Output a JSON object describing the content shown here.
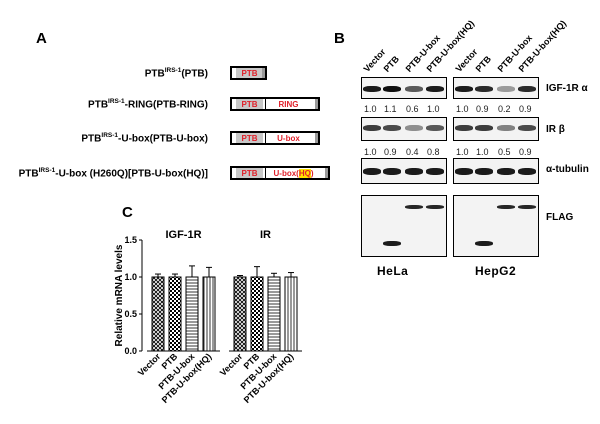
{
  "panel_a": {
    "letter": "A",
    "constructs": [
      {
        "prefix": "PTB",
        "sup": "IRS-1",
        "suffix": "(PTB)",
        "domains": [
          "PTB"
        ]
      },
      {
        "prefix": "PTB",
        "sup": "IRS-1",
        "suffix": "-RING(PTB-RING)",
        "domains": [
          "PTB",
          "RING"
        ]
      },
      {
        "prefix": "PTB",
        "sup": "IRS-1",
        "suffix": "-U-box(PTB-U-box)",
        "domains": [
          "PTB",
          "U-box"
        ]
      },
      {
        "prefix": "PTB",
        "sup": "IRS-1",
        "suffix": "-U-box (H260Q)[PTB-U-box(HQ)]",
        "domains": [
          "PTB",
          "U-box(HQ)"
        ]
      }
    ]
  },
  "panel_b": {
    "letter": "B",
    "lanes": [
      "Vector",
      "PTB",
      "PTB-U-box",
      "PTB-U-box(HQ)"
    ],
    "cell_lines": [
      "HeLa",
      "HepG2"
    ],
    "blots": [
      {
        "label": "IGF-1R α",
        "hela": [
          "1.0",
          "1.1",
          "0.6",
          "1.0"
        ],
        "hepg2": [
          "1.0",
          "0.9",
          "0.2",
          "0.9"
        ]
      },
      {
        "label": "IR β",
        "hela": [
          "1.0",
          "0.9",
          "0.4",
          "0.8"
        ],
        "hepg2": [
          "1.0",
          "1.0",
          "0.5",
          "0.9"
        ]
      },
      {
        "label": "α-tubulin",
        "hela": [],
        "hepg2": []
      },
      {
        "label": "FLAG",
        "hela": [],
        "hepg2": []
      }
    ]
  },
  "panel_c": {
    "letter": "C",
    "chart_data": {
      "type": "bar",
      "ylabel": "Relative mRNA levels",
      "ylim": [
        0,
        1.5
      ],
      "yticks": [
        "0.0",
        "0.5",
        "1.0",
        "1.5"
      ],
      "groups": [
        {
          "name": "IGF-1R",
          "categories": [
            "Vector",
            "PTB",
            "PTB-U-box",
            "PTB-U-box(HQ)"
          ],
          "values": [
            1.0,
            1.0,
            1.0,
            1.0
          ],
          "errors": [
            0.04,
            0.04,
            0.15,
            0.13
          ]
        },
        {
          "name": "IR",
          "categories": [
            "Vector",
            "PTB",
            "PTB-U-box",
            "PTB-U-box(HQ)"
          ],
          "values": [
            1.0,
            1.0,
            1.0,
            1.0
          ],
          "errors": [
            0.02,
            0.14,
            0.05,
            0.06
          ]
        }
      ],
      "patterns": [
        "crosshatch",
        "checker",
        "horizontal",
        "vertical"
      ]
    }
  }
}
